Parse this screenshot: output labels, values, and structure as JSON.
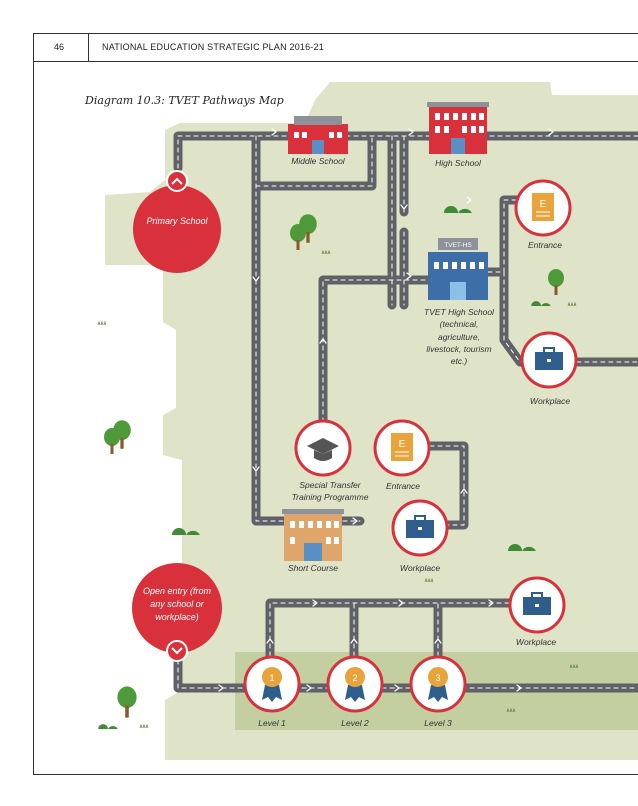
{
  "page": {
    "number": "46",
    "running_head": "NATIONAL EDUCATION STRATEGIC PLAN 2016-21",
    "diagram_title": "Diagram 10.3: TVET Pathways Map"
  },
  "nodes": {
    "primary_school": "Primary School",
    "middle_school": "Middle School",
    "high_school": "High School",
    "entrance_top": "Entrance",
    "tvet_sign": "TVET-HS",
    "tvet_high_school": "TVET High School (technical, agriculture, livestock, tourism etc.)",
    "workplace_right": "Workplace",
    "special_transfer": "Special Transfer Training Programme",
    "entrance_mid": "Entrance",
    "short_course": "Short Course",
    "workplace_mid": "Workplace",
    "open_entry": "Open entry (from any school or workplace)",
    "workplace_low": "Workplace",
    "level_1": "Level 1",
    "level_2": "Level 2",
    "level_3": "Level 3",
    "entrance_letter": "E",
    "level_1_num": "1",
    "level_2_num": "2",
    "level_3_num": "3"
  },
  "colors": {
    "map_green": "#dfe3c8",
    "band_green": "#c3cfa0",
    "road": "#5f6166",
    "red": "#d8313b",
    "gold": "#e8a33a",
    "navy": "#2f5e8c",
    "tree": "#4e9a3a"
  }
}
